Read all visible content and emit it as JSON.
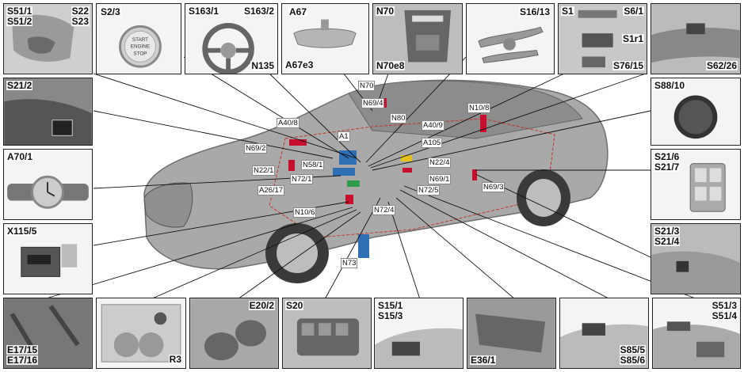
{
  "panels": {
    "p1": [
      "S51/1",
      "S51/2",
      "S22",
      "S23"
    ],
    "p2": [
      "S2/3"
    ],
    "p3": [
      "S163/1",
      "S163/2",
      "N135"
    ],
    "p4": [
      "A67",
      "A67e3"
    ],
    "p5": [
      "N70",
      "N70e8"
    ],
    "p6": [
      "S16/13"
    ],
    "p7": [
      "S1",
      "S6/1",
      "S1r1",
      "S76/15"
    ],
    "p8": [
      "S62/26"
    ],
    "p9": [
      "S21/2"
    ],
    "p10": [
      "S88/10"
    ],
    "p11": [
      "A70/1"
    ],
    "p12": [
      "S21/6",
      "S21/7"
    ],
    "p13": [
      "X115/5"
    ],
    "p14": [
      "S21/3",
      "S21/4"
    ],
    "p15": [
      "E17/15",
      "E17/16"
    ],
    "p16": [
      "R3"
    ],
    "p17": [
      "E20/2"
    ],
    "p18": [
      "S20"
    ],
    "p19": [
      "S15/1",
      "S15/3"
    ],
    "p20": [
      "E36/1"
    ],
    "p21": [
      "S85/5",
      "S85/6"
    ],
    "p22": [
      "S51/3",
      "S51/4"
    ]
  },
  "button_text": {
    "start": "START",
    "engine": "ENGINE",
    "stop": "STOP"
  },
  "callouts": {
    "n70": "N70",
    "n69_4": "N69/4",
    "n80": "N80",
    "n10_8": "N10/8",
    "a40_8": "A40/8",
    "a40_9": "A40/9",
    "a1": "A1",
    "a105": "A105",
    "n69_2": "N69/2",
    "n22_4": "N22/4",
    "n58_1": "N58/1",
    "n22_1": "N22/1",
    "n72_1": "N72/1",
    "n69_1": "N69/1",
    "n69_3": "N69/3",
    "a26_17": "A26/17",
    "n72_5": "N72/5",
    "n10_6": "N10/6",
    "n72_4": "N72/4",
    "n73": "N73"
  },
  "colors": {
    "panel_bg": "#d9d9d9",
    "car_body": "#a9a9a9",
    "wiring": "#c0392b",
    "module_red": "#c8102e",
    "module_blue": "#2f6fb3",
    "module_green": "#2e9a4a",
    "module_yellow": "#e2c21a"
  }
}
